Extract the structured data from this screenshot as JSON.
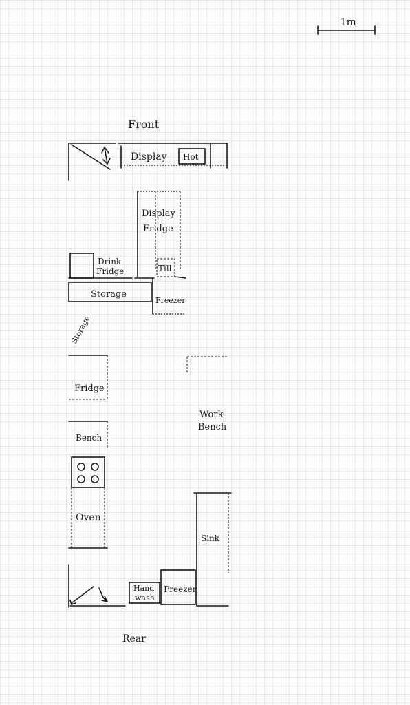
{
  "scale_label": "1m",
  "labels": {
    "front": "Front",
    "display": "Display",
    "hot": "Hot",
    "display_fridge_1": "Display",
    "display_fridge_2": "Fridge",
    "drink_fridge_1": "Drink",
    "drink_fridge_2": "Fridge",
    "till": "Till",
    "storage_top": "Storage",
    "freezer_top": "Freezer",
    "storage_side": "Storage",
    "fridge": "Fridge",
    "bench": "Bench",
    "work_bench_1": "Work",
    "work_bench_2": "Bench",
    "oven": "Oven",
    "sink": "Sink",
    "hand_wash_1": "Hand",
    "hand_wash_2": "wash",
    "freezer_bottom": "Freezer",
    "rear": "Rear"
  }
}
